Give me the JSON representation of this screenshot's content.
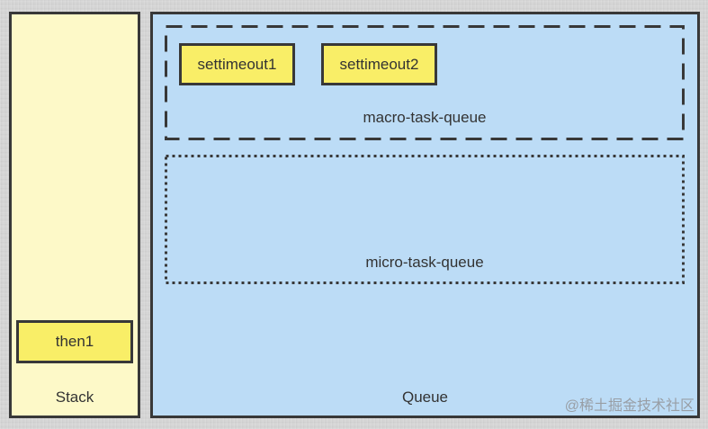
{
  "page": {
    "background_color": "#d5d5d5",
    "border_color": "#383838",
    "text_color": "#333333"
  },
  "stack": {
    "label": "Stack",
    "fill_color": "#fdf9c8",
    "items": [
      {
        "label": "then1",
        "fill_color": "#f9ee67"
      }
    ]
  },
  "queue": {
    "label": "Queue",
    "fill_color": "#bcdcf6",
    "macro_task_queue": {
      "label": "macro-task-queue",
      "border_style": "dashed",
      "items": [
        {
          "label": "settimeout1",
          "fill_color": "#f9ee67"
        },
        {
          "label": "settimeout2",
          "fill_color": "#f9ee67"
        }
      ]
    },
    "micro_task_queue": {
      "label": "micro-task-queue",
      "border_style": "dotted",
      "items": []
    }
  },
  "watermark": "@稀土掘金技术社区"
}
